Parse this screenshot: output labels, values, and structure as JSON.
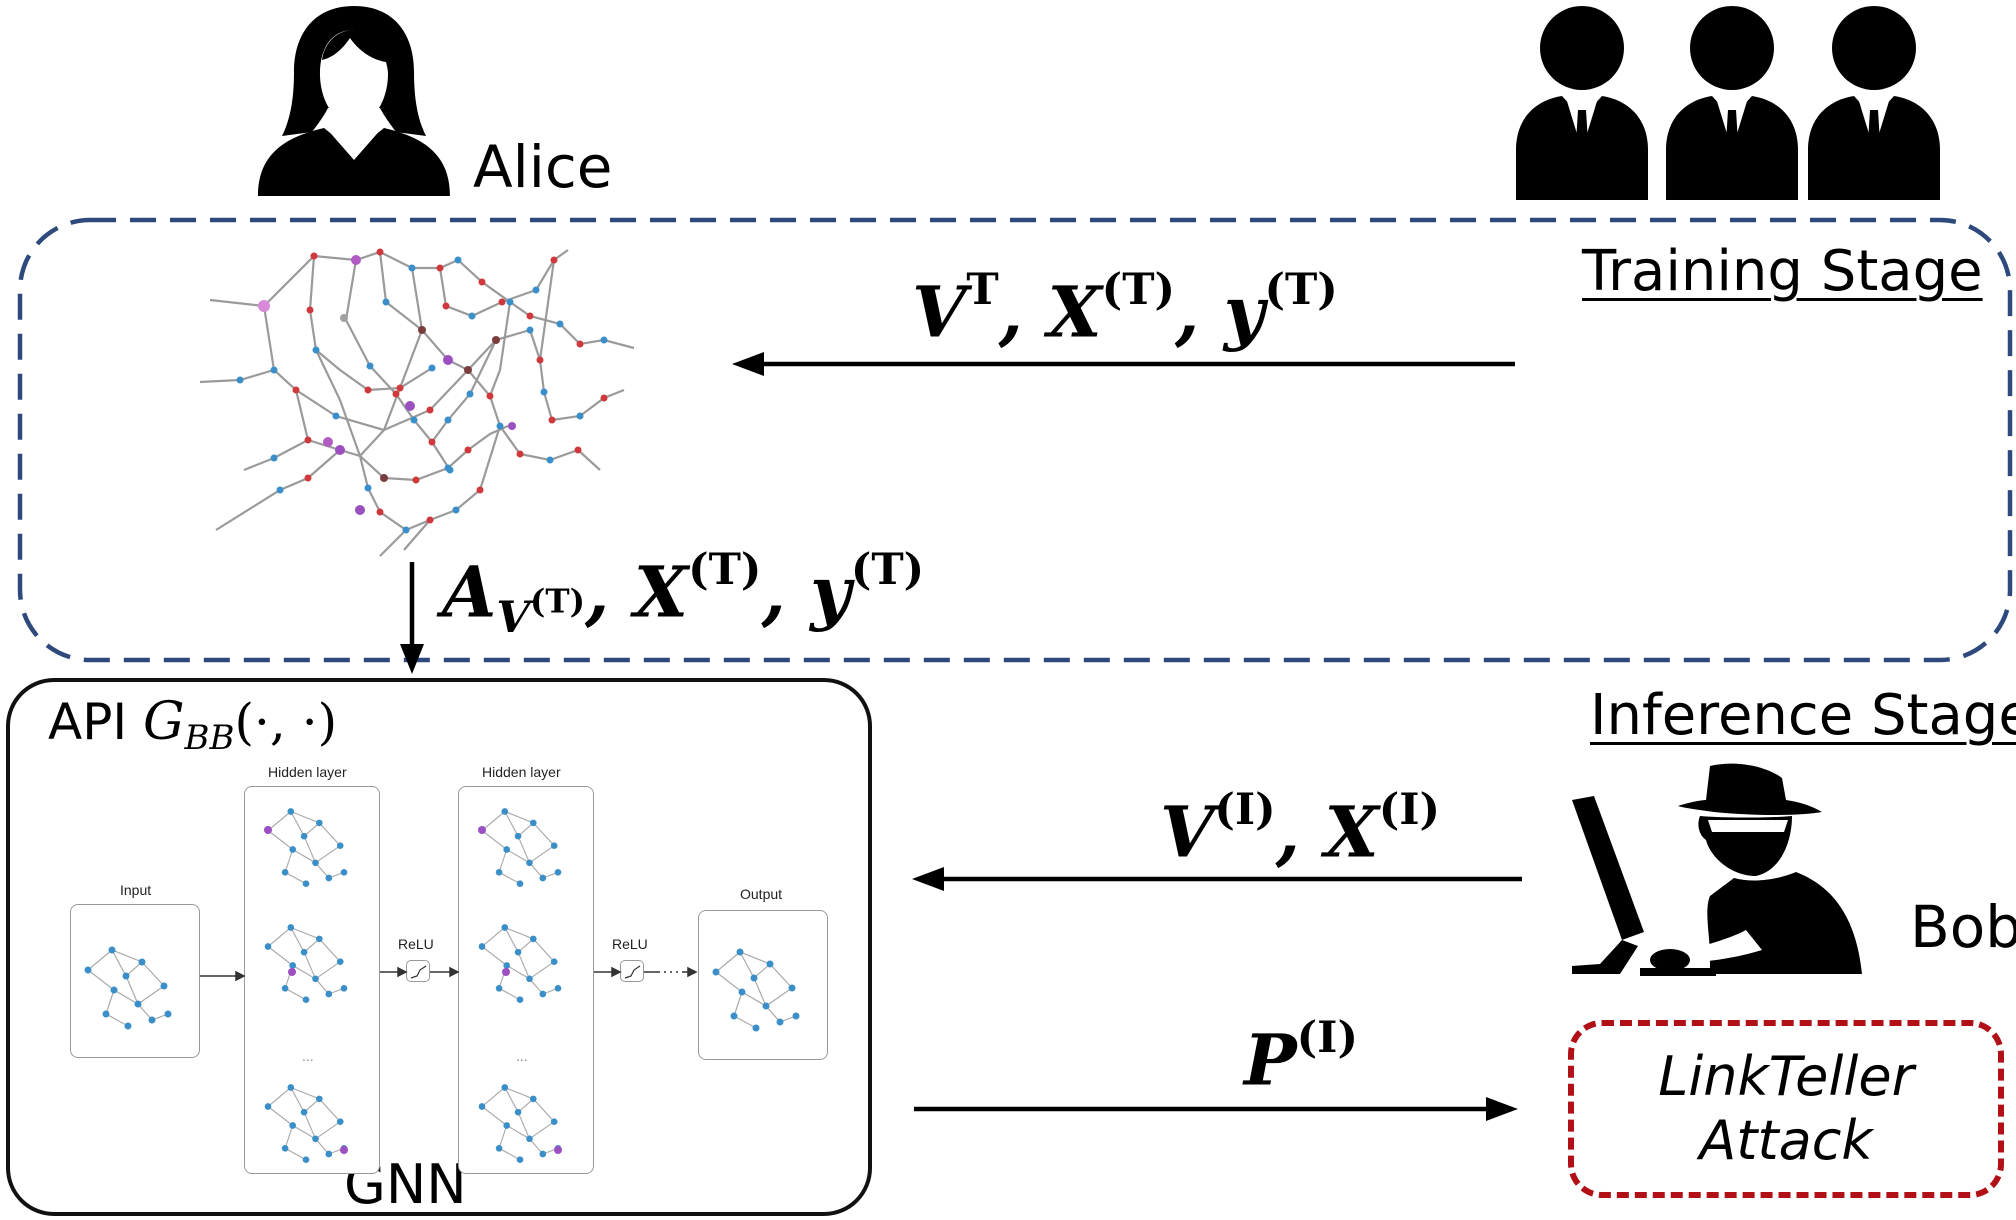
{
  "alice": {
    "label": "Alice"
  },
  "bob": {
    "label": "Bob"
  },
  "training_stage": {
    "title": "Training Stage",
    "border_color": "#2e4a7d",
    "arrow_label_top": {
      "main": "V",
      "sup1": "T",
      "sep1": ", X",
      "sup2": "(T)",
      "sep2": ", y",
      "sup3": "(T)"
    },
    "arrow_label_down": {
      "main": "A",
      "sub_main": "V",
      "sub_sup": "(T)",
      "sep1": ", X",
      "sup2": "(T)",
      "sep2": ", y",
      "sup3": "(T)"
    }
  },
  "inference_stage": {
    "title": "Inference Stage",
    "query_label": {
      "main": "V",
      "sup1": "(I)",
      "sep1": ", X",
      "sup2": "(I)"
    },
    "response_label": {
      "main": "P",
      "sup1": "(I)"
    }
  },
  "api": {
    "prefix": "API ",
    "func": "G",
    "func_sub": "BB",
    "args": "(·, ·)",
    "caption": "GNN",
    "diagram": {
      "input_label": "Input",
      "hidden1_label": "Hidden layer",
      "hidden2_label": "Hidden layer",
      "relu1_label": "ReLU",
      "relu2_label": "ReLU",
      "output_label": "Output",
      "ellipsis": "...",
      "node_color": "#3a8fc9",
      "highlight_color": "#9b4fc0"
    }
  },
  "attack": {
    "line1": "LinkTeller",
    "line2": "Attack",
    "border_color": "#b01016"
  },
  "icons": [
    "person-female-icon",
    "group-business-icon",
    "hacker-computer-icon",
    "graph-network-icon"
  ]
}
